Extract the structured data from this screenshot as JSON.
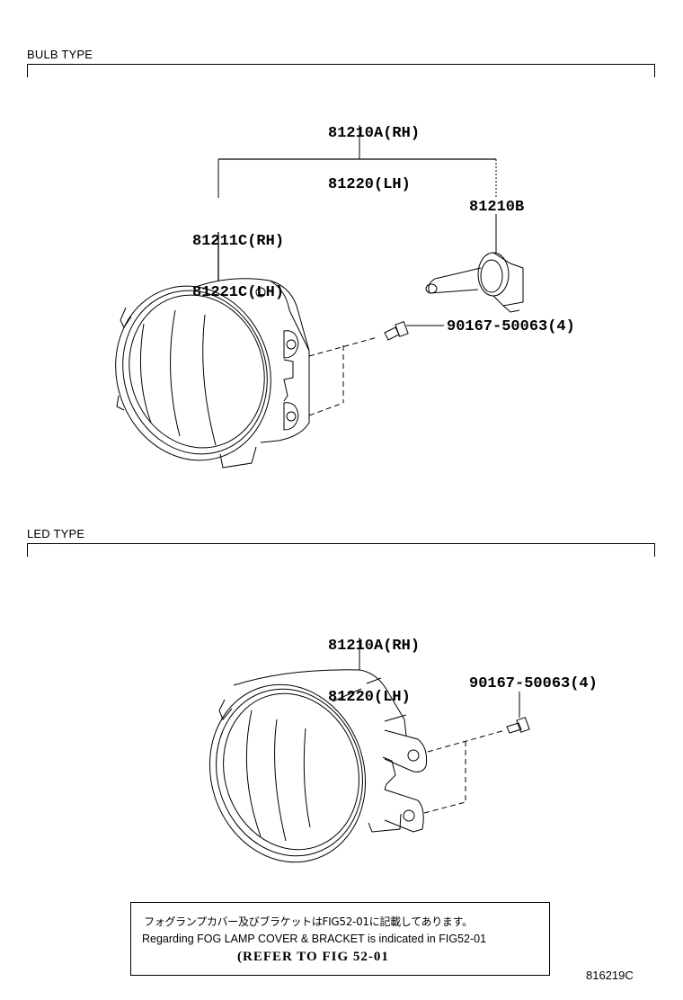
{
  "sections": {
    "bulb": {
      "label": "BULB TYPE",
      "assembly": {
        "line1": "81210A(RH)",
        "line2": "81220(LH)"
      },
      "unit": {
        "line1": "81211C(RH)",
        "line2": "81221C(LH)"
      },
      "bulb": {
        "label": "81210B"
      },
      "screw": {
        "label": "90167-50063(4)"
      }
    },
    "led": {
      "label": "LED TYPE",
      "assembly": {
        "line1": "81210A(RH)",
        "line2": "81220(LH)"
      },
      "screw": {
        "label": "90167-50063(4)"
      }
    }
  },
  "note": {
    "japanese": "フォグランプカバー及びブラケットはFIG52-01に記載してあります。",
    "english": "Regarding FOG LAMP COVER & BRACKET is indicated in FIG52-01",
    "reference": "(REFER TO FIG 52-01"
  },
  "figure_id": "816219C",
  "colors": {
    "line": "#000000",
    "background": "#ffffff"
  }
}
